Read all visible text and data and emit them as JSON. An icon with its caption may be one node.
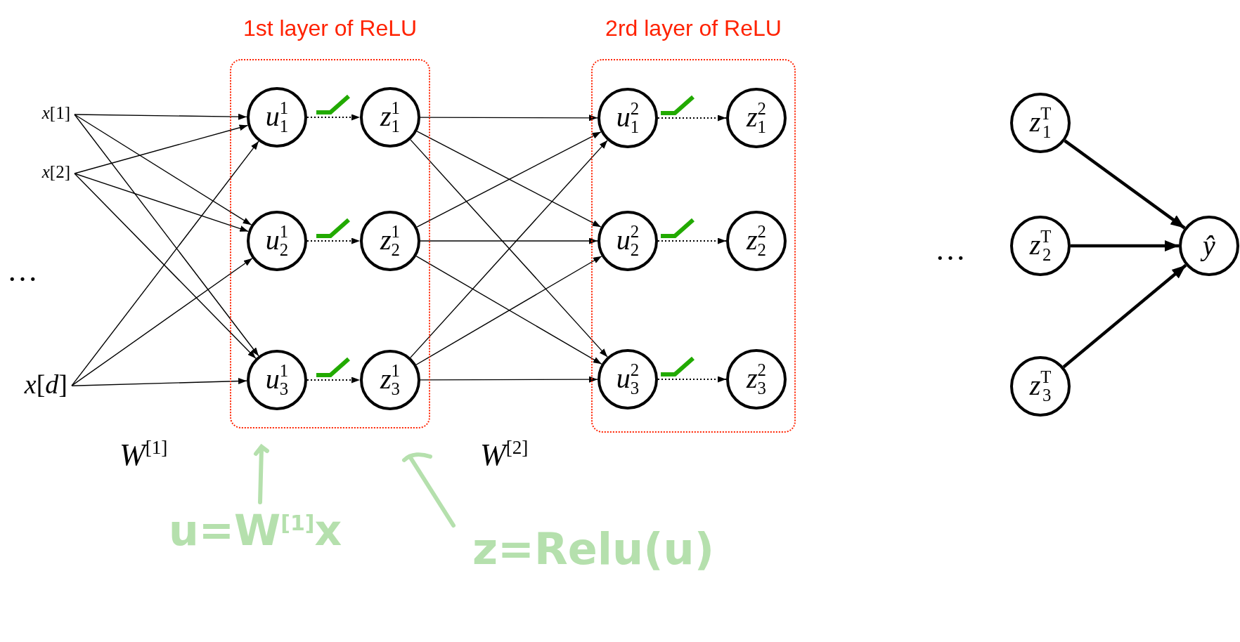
{
  "diagram": {
    "nodes": [
      {
        "text": [
          "1st layer of ReLU"
        ]
      },
      {
        "text": [
          "2rd layer of ReLU"
        ]
      },
      {
        "text": [
          "*x*[1]"
        ]
      },
      {
        "text": [
          "*x*[2]"
        ]
      },
      {
        "text": [
          "*x*[*d*]"
        ]
      },
      {
        "text": [
          "u$^{1}$$_{1}$"
        ],
        "in": 0
      },
      {
        "text": [
          "z$^{1}$$_{1}$"
        ],
        "in": 0
      },
      {
        "text": [
          "u$^{1}$$_{2}$"
        ],
        "in": 0
      },
      {
        "text": [
          "z$^{1}$$_{2}$"
        ],
        "in": 0
      },
      {
        "text": [
          "u$^{1}$$_{3}$"
        ],
        "in": 0
      },
      {
        "text": [
          "z$^{1}$$_{3}$"
        ],
        "in": 0
      },
      {
        "text": [
          "u$^{2}$$_{1}$"
        ],
        "in": 1
      },
      {
        "text": [
          "z$^{2}$$_{1}$"
        ],
        "in": 1
      },
      {
        "text": [
          "u$^{2}$$_{2}$"
        ],
        "in": 1
      },
      {
        "text": [
          "z$^{2}$$_{2}$"
        ],
        "in": 1
      },
      {
        "text": [
          "u$^{2}$$_{3}$"
        ],
        "in": 1
      },
      {
        "text": [
          "z$^{2}$$_{3}$"
        ],
        "in": 1
      },
      {
        "text": [
          "z$^{T}$$_{1}$"
        ]
      },
      {
        "text": [
          "z$^{T}$$_{2}$"
        ]
      },
      {
        "text": [
          "z$^{T}$$_{3}$"
        ]
      },
      {
        "text": [
          "ŷ"
        ]
      }
    ],
    "edges": [
      {
        "from": 2,
        "to": 5,
        "arrow": "to"
      },
      {
        "from": 2,
        "to": 7,
        "arrow": "to"
      },
      {
        "from": 2,
        "to": 9,
        "arrow": "to"
      },
      {
        "from": 3,
        "to": 5,
        "arrow": "to"
      },
      {
        "from": 3,
        "to": 7,
        "arrow": "to"
      },
      {
        "from": 3,
        "to": 9,
        "arrow": "to"
      },
      {
        "from": 4,
        "to": 5,
        "arrow": "to"
      },
      {
        "from": 4,
        "to": 7,
        "arrow": "to"
      },
      {
        "from": 4,
        "to": 9,
        "arrow": "to"
      },
      {
        "from": 5,
        "to": 6,
        "arrow": "to",
        "style": "dashed"
      },
      {
        "from": 7,
        "to": 8,
        "arrow": "to",
        "style": "dashed"
      },
      {
        "from": 9,
        "to": 10,
        "arrow": "to",
        "style": "dashed"
      },
      {
        "from": 6,
        "to": 11,
        "arrow": "to"
      },
      {
        "from": 6,
        "to": 13,
        "arrow": "to"
      },
      {
        "from": 6,
        "to": 15,
        "arrow": "to"
      },
      {
        "from": 8,
        "to": 11,
        "arrow": "to"
      },
      {
        "from": 8,
        "to": 13,
        "arrow": "to"
      },
      {
        "from": 8,
        "to": 15,
        "arrow": "to"
      },
      {
        "from": 10,
        "to": 11,
        "arrow": "to"
      },
      {
        "from": 10,
        "to": 13,
        "arrow": "to"
      },
      {
        "from": 10,
        "to": 15,
        "arrow": "to"
      },
      {
        "from": 11,
        "to": 12,
        "arrow": "to",
        "style": "dashed"
      },
      {
        "from": 13,
        "to": 14,
        "arrow": "to",
        "style": "dashed"
      },
      {
        "from": 15,
        "to": 16,
        "arrow": "to",
        "style": "dashed"
      },
      {
        "from": 17,
        "to": 20,
        "arrow": "to",
        "style": "thick"
      },
      {
        "from": 18,
        "to": 20,
        "arrow": "to",
        "style": "thick"
      },
      {
        "from": 19,
        "to": 20,
        "arrow": "to",
        "style": "thick"
      }
    ],
    "labels": [
      "…",
      "…",
      "*W*$^{[1]}$",
      "*W*$^{[2]}$",
      "u=W$^{[1]}$x",
      "z=Relu(u)"
    ]
  }
}
